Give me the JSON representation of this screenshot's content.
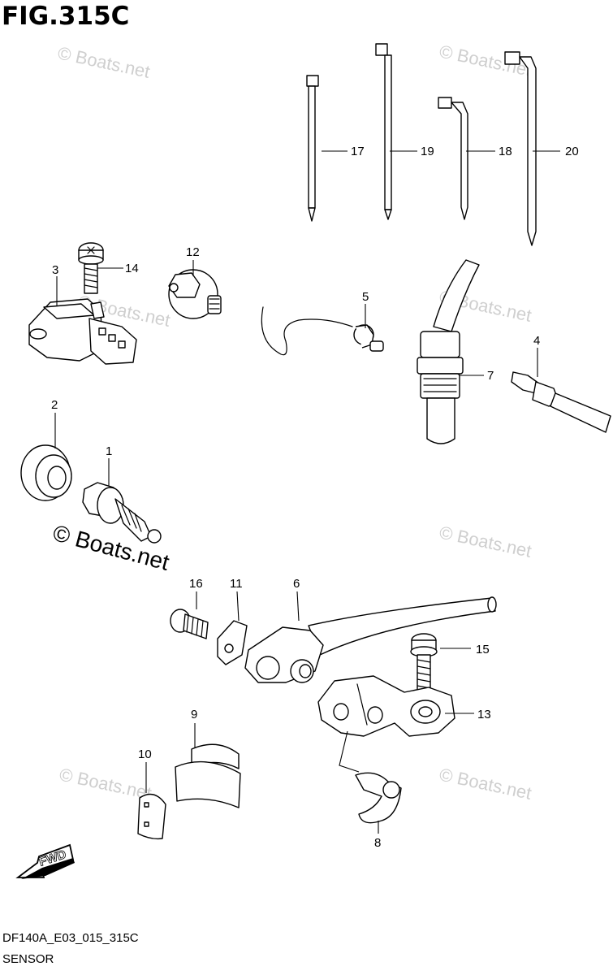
{
  "figure": {
    "title": "FIG.315C"
  },
  "footer": {
    "code": "DF140A_E03_015_315C",
    "caption": "SENSOR"
  },
  "watermark": {
    "small": "© Boats.net",
    "large": "© Boats.net"
  },
  "fwd": {
    "label": "FWD"
  },
  "callouts": {
    "p1": "1",
    "p2": "2",
    "p3": "3",
    "p4": "4",
    "p5": "5",
    "p6": "6",
    "p7": "7",
    "p8": "8",
    "p9": "9",
    "p10": "10",
    "p11": "11",
    "p12": "12",
    "p13": "13",
    "p14": "14",
    "p15": "15",
    "p16": "16",
    "p17": "17",
    "p18": "18",
    "p19": "19",
    "p20": "20"
  }
}
